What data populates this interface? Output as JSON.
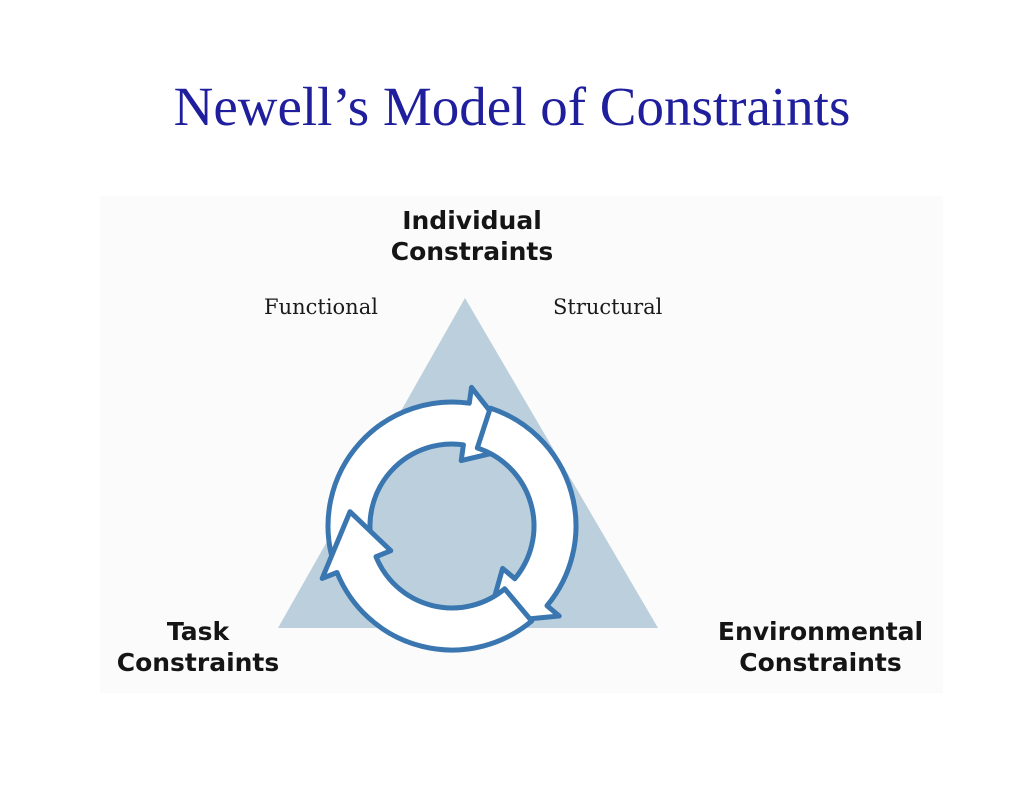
{
  "slide": {
    "title": "Newell’s Model of Constraints",
    "title_color": "#1f1f9e"
  },
  "diagram": {
    "triangle_color": "#bccfdc",
    "cycle_fill_color": "#bccfdc",
    "arrow_outline_color": "#3a76b0",
    "arrow_fill_color": "#ffffff",
    "corners": {
      "individual": {
        "line1": "Individual",
        "line2": "Constraints"
      },
      "task": {
        "line1": "Task",
        "line2": "Constraints"
      },
      "environmental": {
        "line1": "Environmental",
        "line2": "Constraints"
      }
    },
    "subcategories": {
      "functional": "Functional",
      "structural": "Structural"
    }
  }
}
